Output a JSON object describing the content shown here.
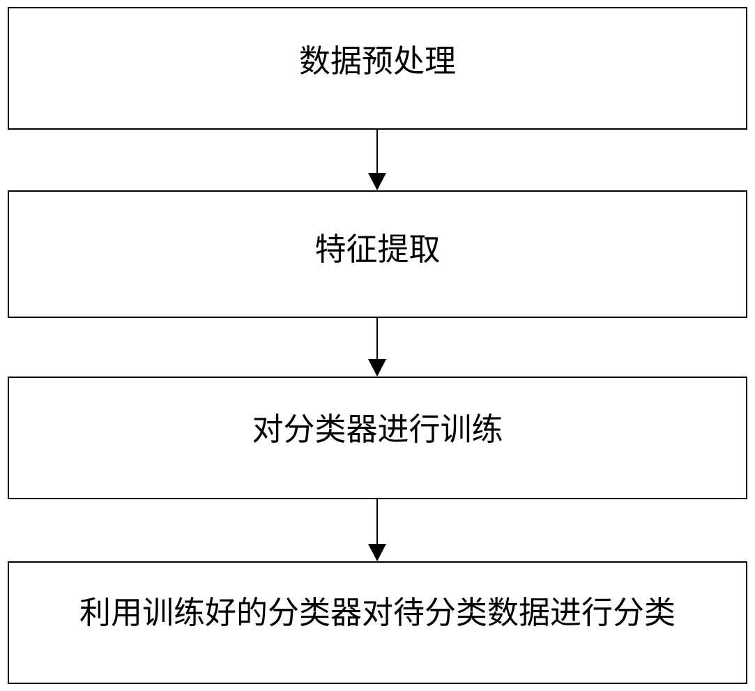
{
  "diagram": {
    "type": "flowchart",
    "orientation": "top-to-bottom",
    "background_color": "#ffffff",
    "line_color": "#000000",
    "nodes": [
      {
        "id": "node-1",
        "label": "数据预处理"
      },
      {
        "id": "node-2",
        "label": "特征提取"
      },
      {
        "id": "node-3",
        "label": "对分类器进行训练"
      },
      {
        "id": "node-4",
        "label": "利用训练好的分类器对待分类数据进行分类"
      }
    ],
    "connectors": [
      {
        "id": "connector-1",
        "from": "node-1",
        "to": "node-2",
        "arrowhead": "solid-triangle-down"
      },
      {
        "id": "connector-2",
        "from": "node-2",
        "to": "node-3",
        "arrowhead": "solid-triangle-down"
      },
      {
        "id": "connector-3",
        "from": "node-3",
        "to": "node-4",
        "arrowhead": "solid-triangle-down"
      }
    ]
  }
}
